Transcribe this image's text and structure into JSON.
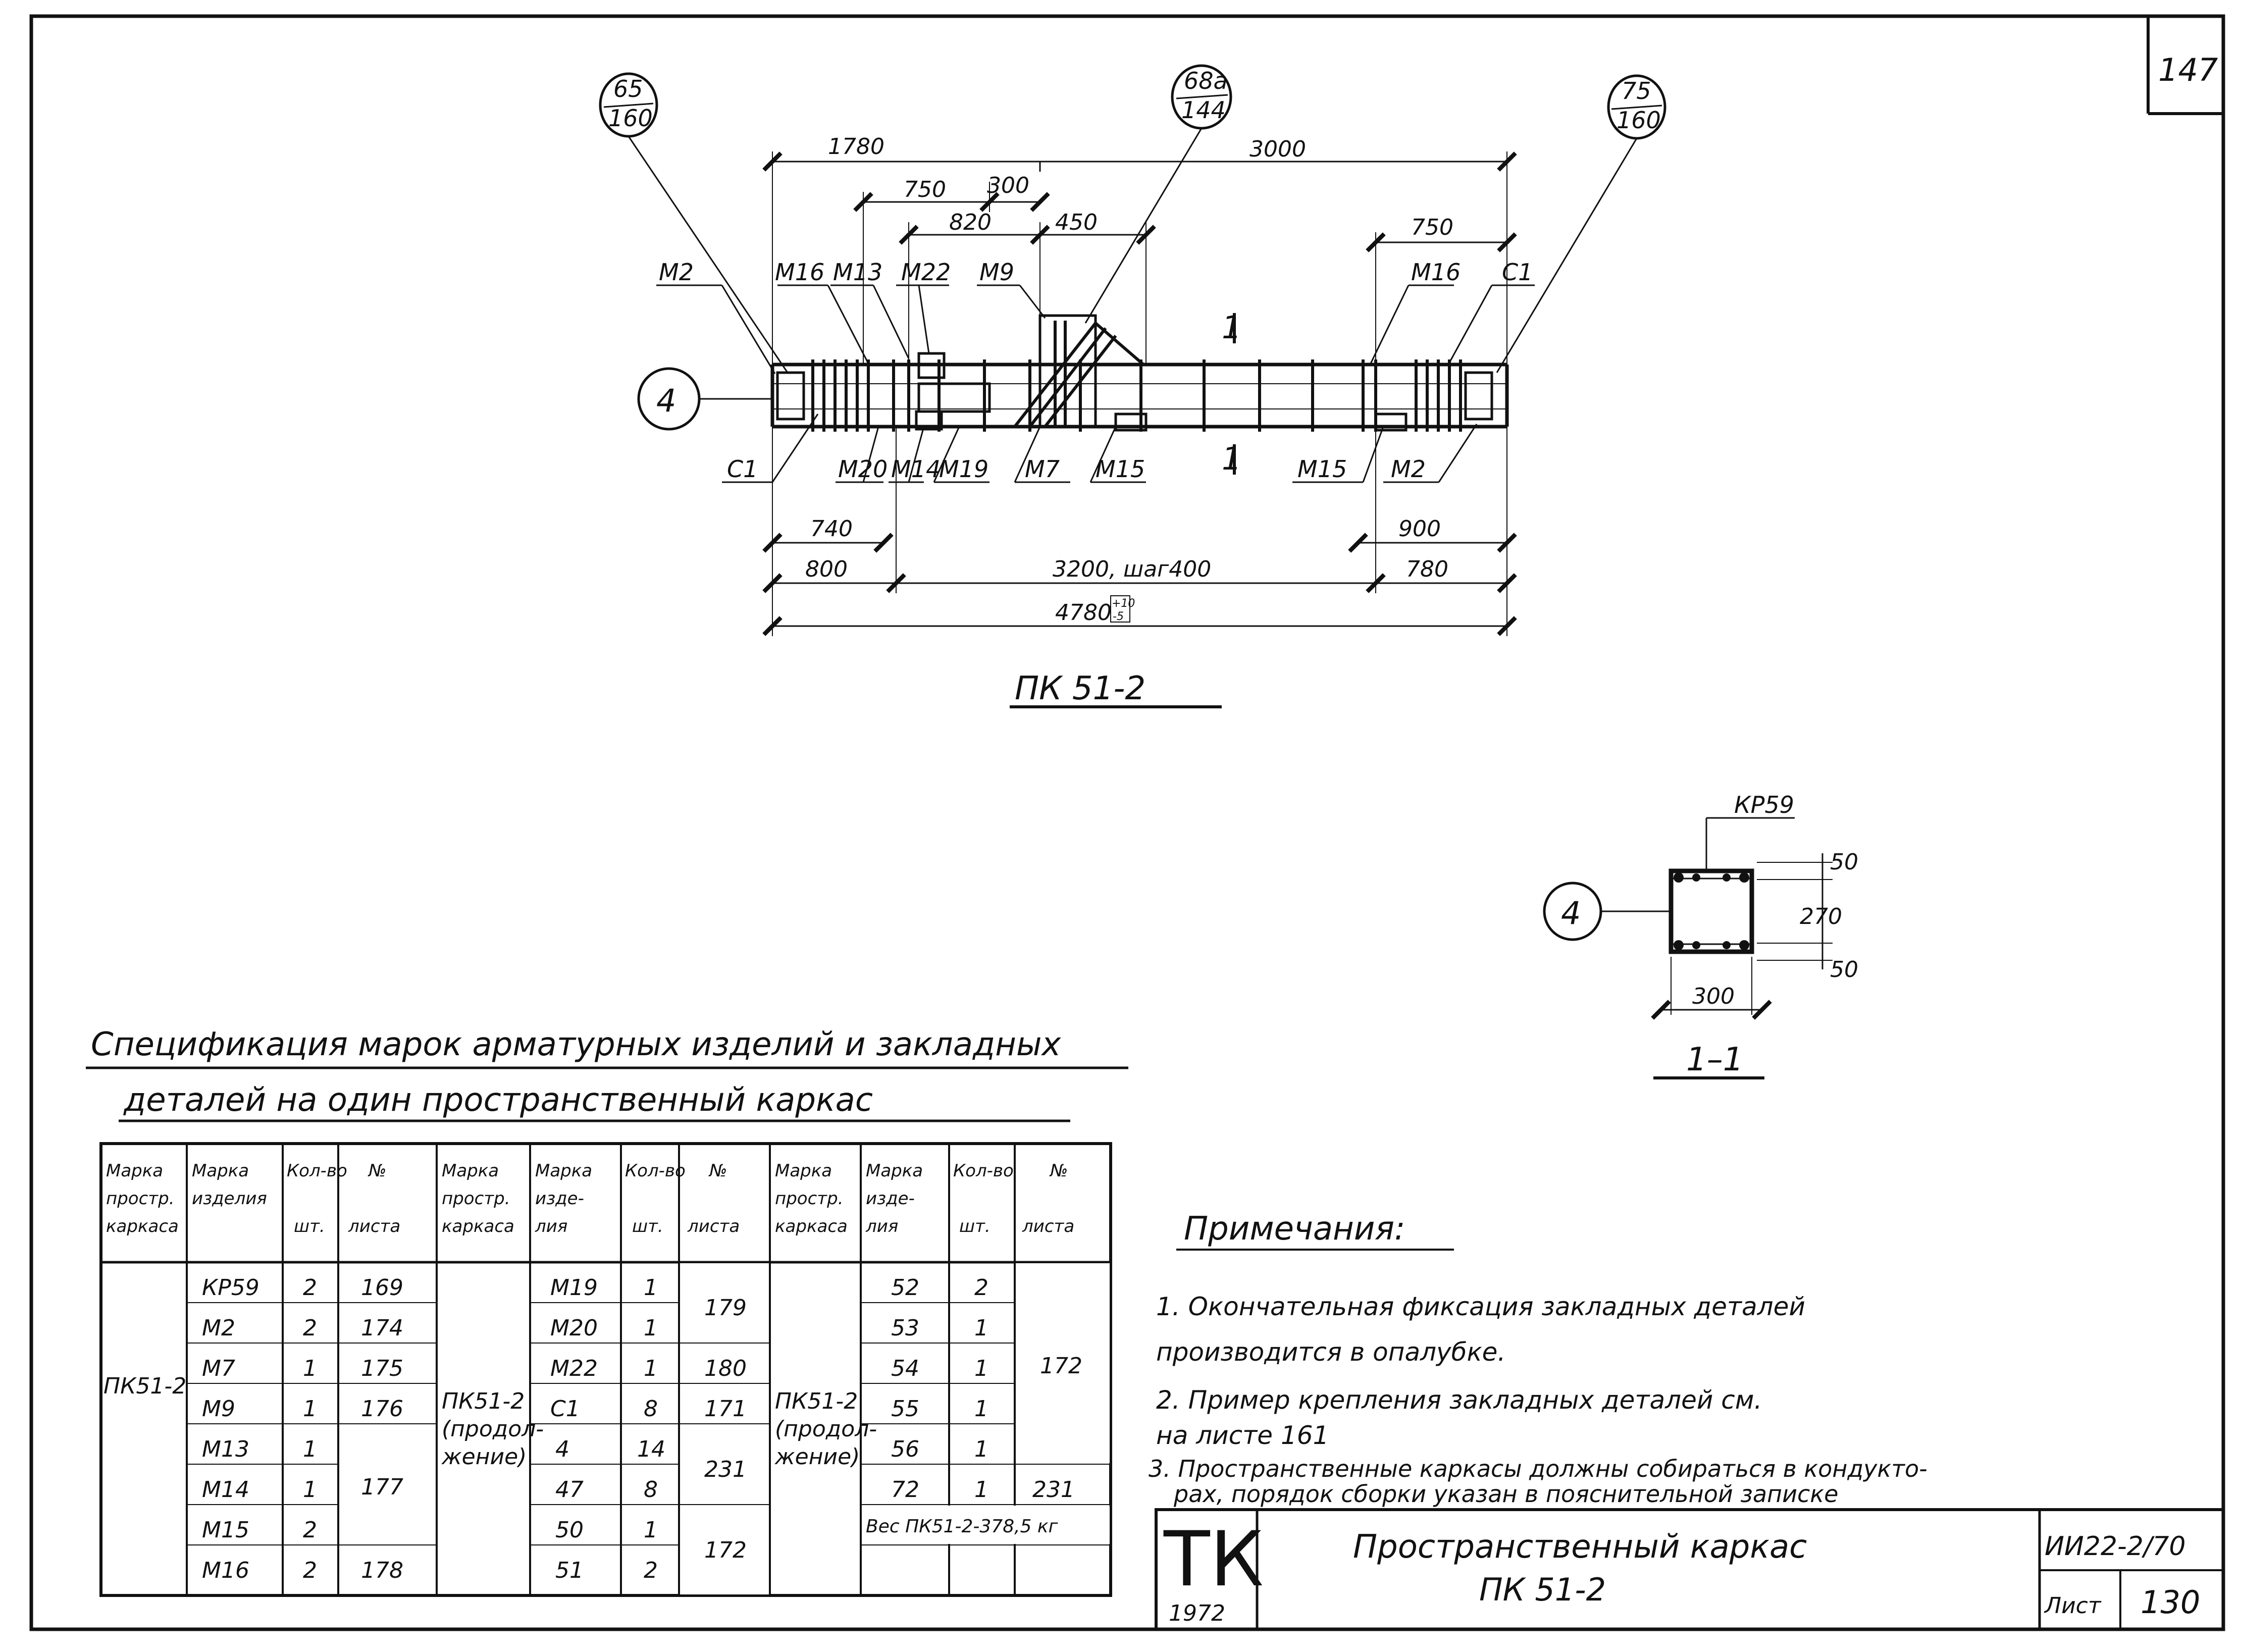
{
  "sheet": {
    "page_number": "147"
  },
  "drawing": {
    "title": "ПК 51-2",
    "callouts": [
      {
        "top": "65",
        "bottom": "160"
      },
      {
        "top": "68а",
        "bottom": "144"
      },
      {
        "top": "75",
        "bottom": "160"
      }
    ],
    "position_marker": "4",
    "dims": {
      "d1780": "1780",
      "d3000": "3000",
      "d750a": "750",
      "d300": "300",
      "d820": "820",
      "d450": "450",
      "d750b": "750",
      "d740": "740",
      "d900": "900",
      "d800": "800",
      "d3200": "3200, шаг400",
      "d780": "780",
      "d4780": "4780",
      "tol_plus": "+10",
      "tol_minus": "-5"
    },
    "labels": {
      "m2_left": "М2",
      "m16_left": "М16",
      "m13": "М13",
      "m22": "М22",
      "m9": "М9",
      "m16_right": "М16",
      "c1_right": "С1",
      "c1_left": "С1",
      "m20": "М20",
      "m14": "М14",
      "m19": "М19",
      "m7": "М7",
      "m15_left": "М15",
      "m15_right": "М15",
      "m2_right": "М2",
      "sec_top": "1",
      "sec_bottom": "1"
    }
  },
  "section": {
    "title": "1–1",
    "mark": "КР59",
    "marker": "4",
    "dim_50a": "50",
    "dim_270": "270",
    "dim_50b": "50",
    "dim_300": "300"
  },
  "spec": {
    "title_line1": "Спецификация марок арматурных изделий и закладных",
    "title_line2": "деталей на один пространственный каркас",
    "headers": {
      "frame": [
        "Марка",
        "простр.",
        "каркаса"
      ],
      "item": [
        "Марка",
        "изделия"
      ],
      "item_alt": [
        "Марка",
        "изде-",
        "лия"
      ],
      "qty": [
        "Кол-во",
        "шт."
      ],
      "sheet": [
        "№",
        "листа"
      ]
    },
    "frame_labels": {
      "g1": [
        "ПК51-2"
      ],
      "g2": [
        "ПК51-2",
        "(продол-",
        "жение)"
      ],
      "g3": [
        "ПК51-2",
        "(продол-",
        "жение)"
      ]
    },
    "group1": {
      "items": [
        "КР59",
        "М2",
        "М7",
        "М9",
        "М13",
        "М14",
        "М15",
        "М16"
      ],
      "qty": [
        "2",
        "2",
        "1",
        "1",
        "1",
        "1",
        "2",
        "2"
      ],
      "sheets": [
        "169",
        "174",
        "175",
        "176",
        "177",
        "178"
      ]
    },
    "group2": {
      "items": [
        "М19",
        "М20",
        "М22",
        "С1",
        "4",
        "47",
        "50",
        "51"
      ],
      "qty": [
        "1",
        "1",
        "1",
        "8",
        "14",
        "8",
        "1",
        "2"
      ],
      "sheets": [
        "179",
        "180",
        "171",
        "231",
        "172"
      ]
    },
    "group3": {
      "items": [
        "52",
        "53",
        "54",
        "55",
        "56",
        "72"
      ],
      "qty": [
        "2",
        "1",
        "1",
        "1",
        "1",
        "1"
      ],
      "sheets": [
        "172",
        "231"
      ]
    },
    "weight": "Вес ПК51-2-378,5 кг"
  },
  "notes": {
    "heading": "Примечания:",
    "n1a": "1. Окончательная фиксация   закладных деталей",
    "n1b": "производится в   опалубке.",
    "n2a": "2. Пример крепления   закладных   деталей     см.",
    "n2b": "на листе 161",
    "n3a": "3. Пространственные каркасы должны собираться в кондукто-",
    "n3b": "рах, порядок сборки указан в пояснительной записке"
  },
  "stamp": {
    "logo": "ТК",
    "year": "1972",
    "title": "Пространственный   каркас",
    "subtitle": "ПК 51-2",
    "series": "ИИ22-2/70",
    "sheet_label": "Лист",
    "sheet_no": "130"
  }
}
